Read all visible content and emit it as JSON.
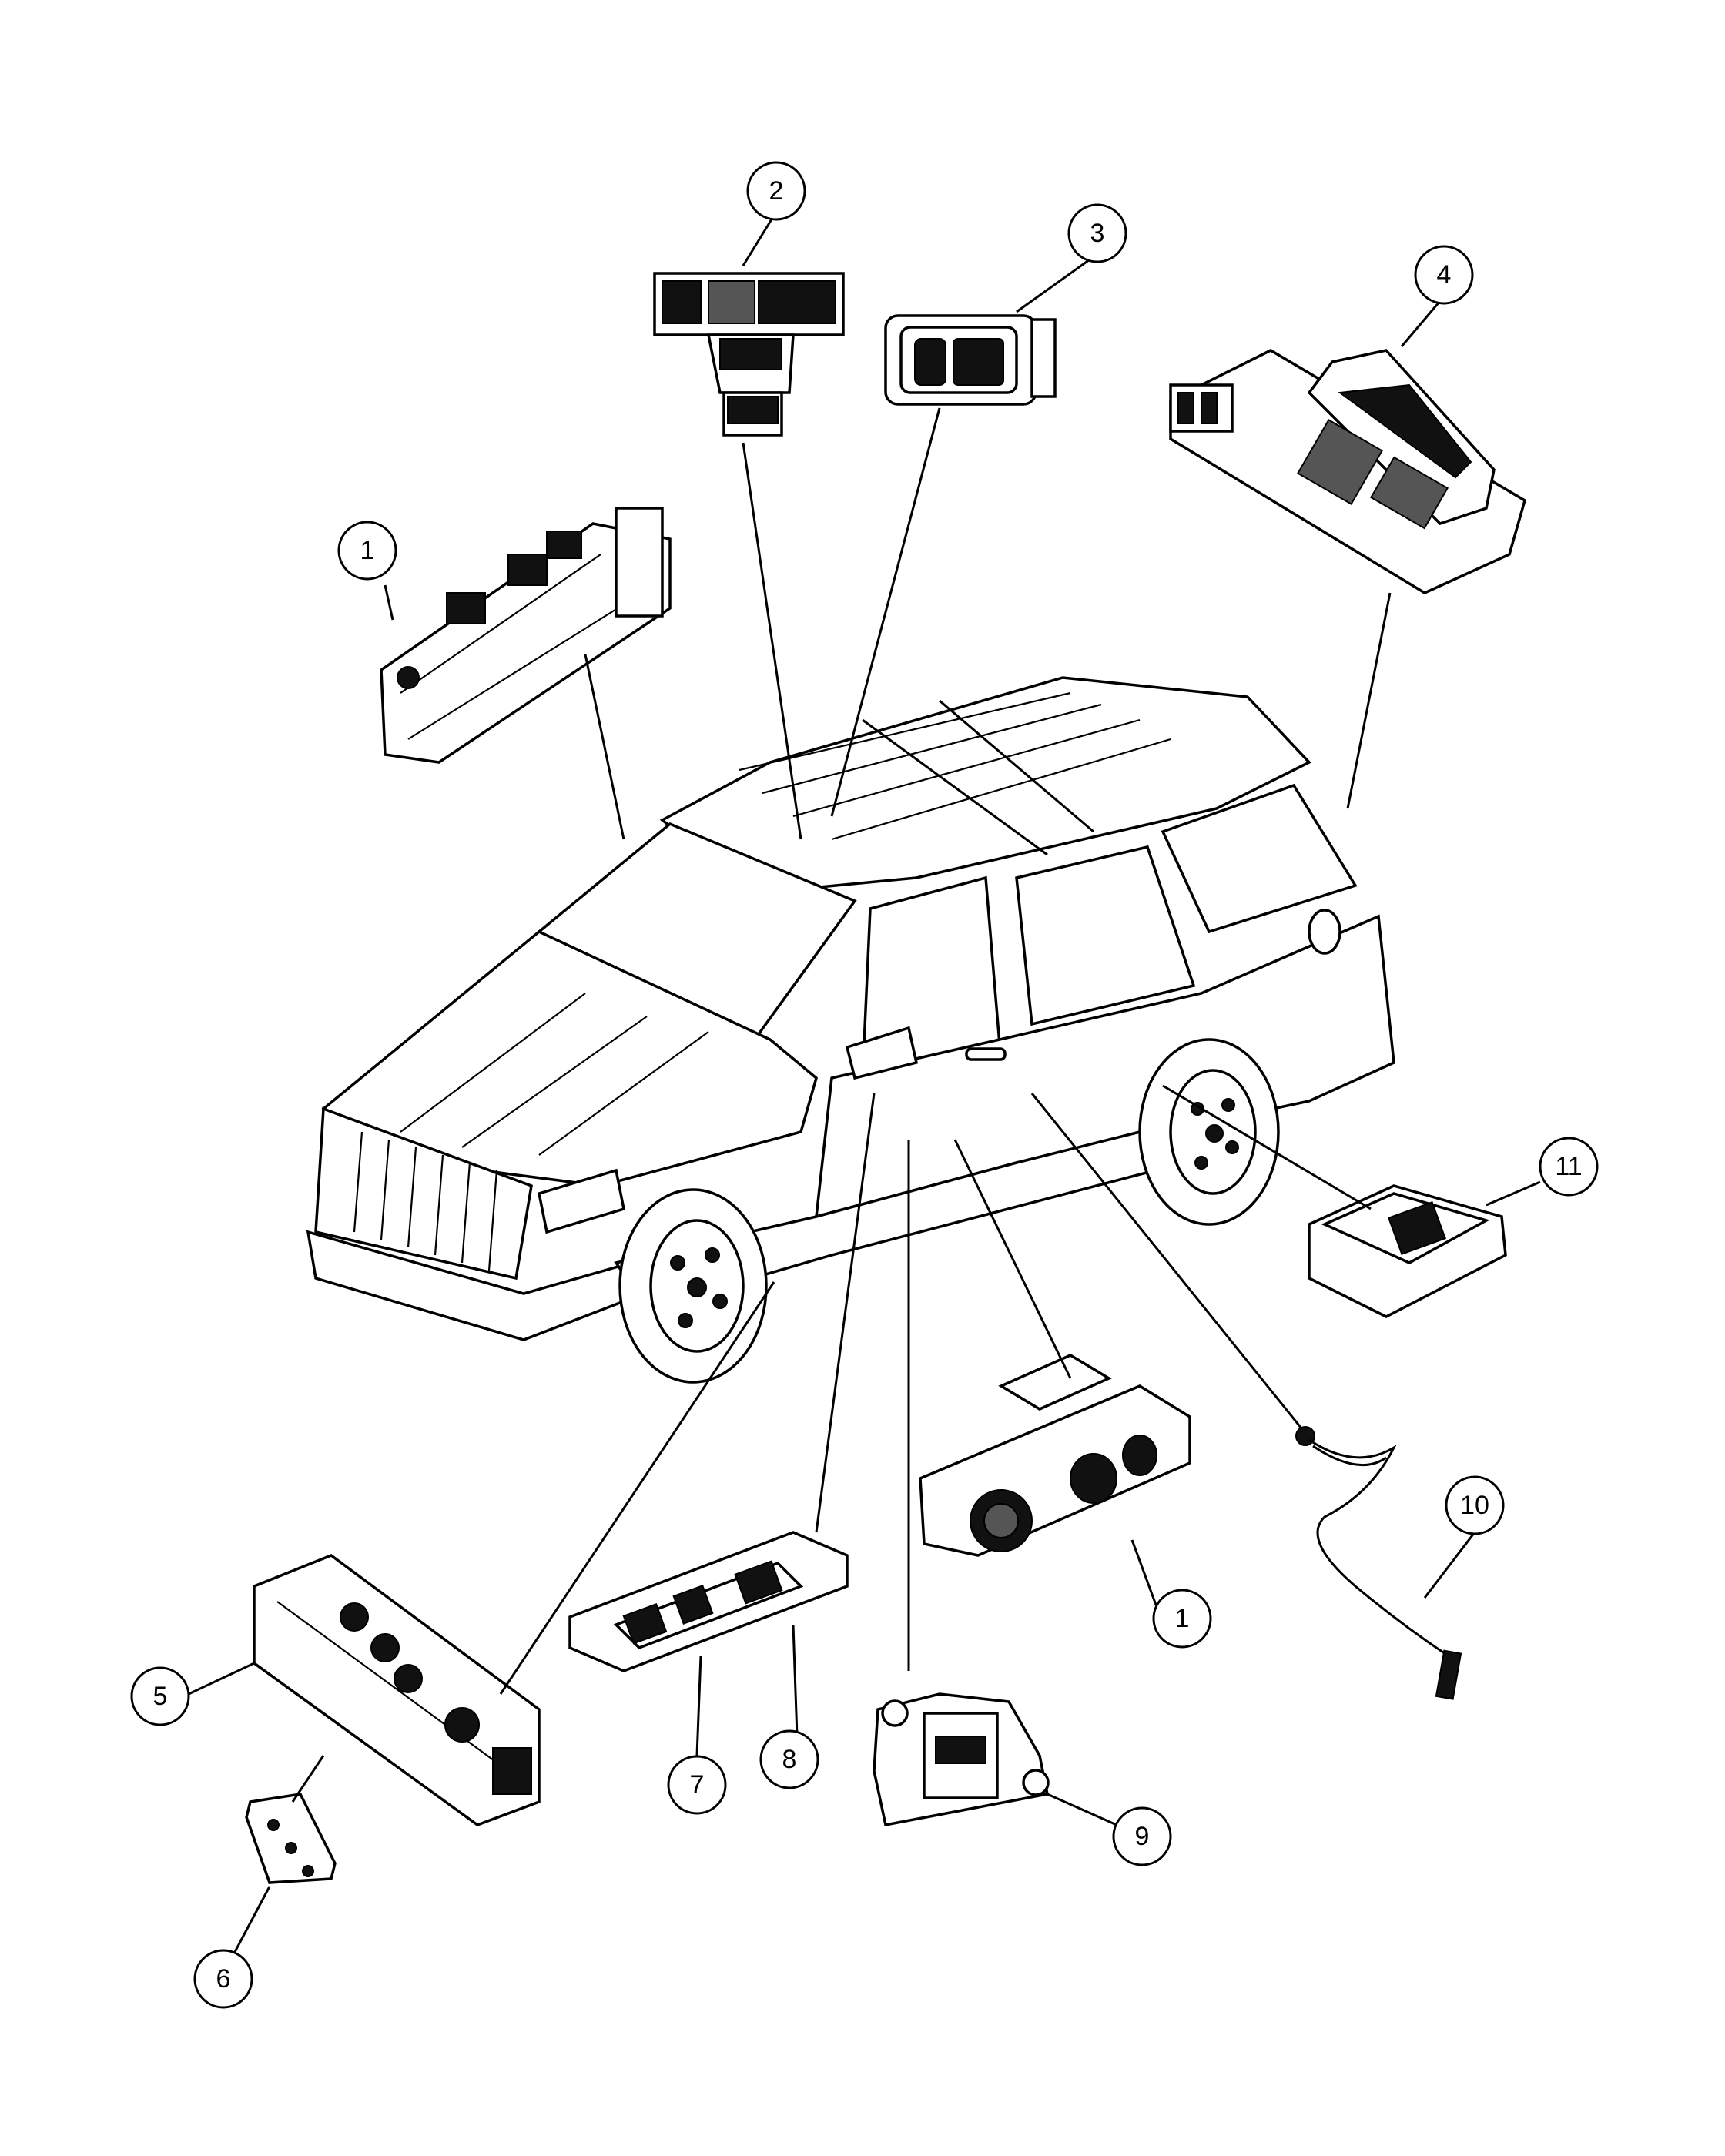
{
  "callouts": [
    {
      "number": "1"
    },
    {
      "number": "2"
    },
    {
      "number": "3"
    },
    {
      "number": "4"
    },
    {
      "number": "5"
    },
    {
      "number": "6"
    },
    {
      "number": "7"
    },
    {
      "number": "8"
    },
    {
      "number": "9"
    },
    {
      "number": "10"
    },
    {
      "number": "11"
    },
    {
      "number": "1"
    }
  ],
  "colors": {
    "ink": "#000000",
    "paper": "#ffffff"
  }
}
